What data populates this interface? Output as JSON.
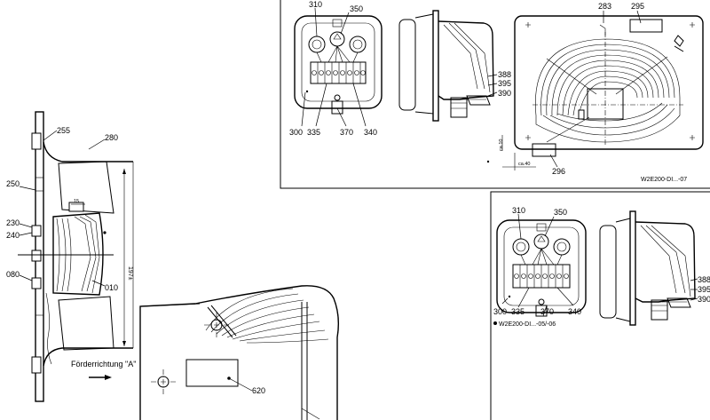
{
  "fan_side": {
    "labels": [
      "255",
      "280",
      "250",
      "230",
      "240",
      "080",
      "010"
    ],
    "direction_text": "Förderrichtung \"A\"",
    "dim_vertical": "197±"
  },
  "box_view_1": {
    "labels": [
      "310",
      "350",
      "300",
      "335",
      "370",
      "340"
    ]
  },
  "side_view_1": {
    "labels": [
      "388",
      "395",
      "390"
    ]
  },
  "front_view": {
    "labels": [
      "283",
      "295",
      "296"
    ],
    "dim_a": "ca.10",
    "dim_b": "ca.40",
    "variant": "W2E200-DI...-07"
  },
  "box_view_2": {
    "labels": [
      "310",
      "350",
      "300",
      "335",
      "370",
      "340"
    ],
    "variant": "W2E200-DI...-05/-06"
  },
  "side_view_2": {
    "labels": [
      "388",
      "395",
      "390"
    ]
  },
  "detail_view": {
    "labels": [
      "620"
    ]
  }
}
